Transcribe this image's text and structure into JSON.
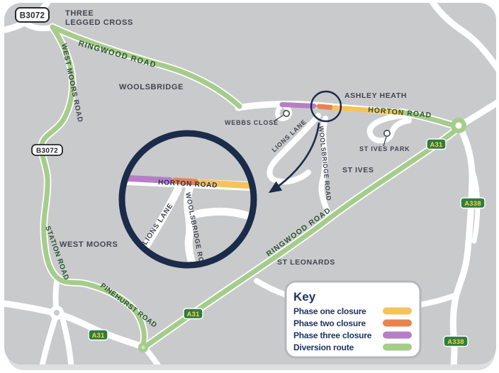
{
  "colors": {
    "map_bg": "#c9cacc",
    "road": "#ffffff",
    "navy": "#1b2b4a",
    "key_text": "#1e3361",
    "place_text": "#3f4650",
    "green_text": "#2b5530",
    "badge_green": "#2e7d41",
    "badge_text": "#ffd04a"
  },
  "badges": {
    "b3072": "B3072",
    "a31": "A31",
    "a338": "A338"
  },
  "places": {
    "three_legged_cross_line1": "THREE",
    "three_legged_cross_line2": "LEGGED CROSS",
    "woolsbridge": "WOOLSBRIDGE",
    "ashley_heath": "ASHLEY HEATH",
    "st_ives": "ST IVES",
    "west_moors": "WEST MOORS",
    "st_leonards": "ST LEONARDS"
  },
  "roads": {
    "ringwood_road": "RINGWOOD ROAD",
    "west_moors_road": "WEST MOORS ROAD",
    "station_road": "STATION ROAD",
    "pinehurst_road": "PINEHURST ROAD",
    "horton_road": "HORTON ROAD",
    "lions_lane": "LIONS LANE",
    "woolsbridge_road": "WOOLSBRIDGE ROAD",
    "webbs_close": "WEBBS CLOSE",
    "st_ives_park": "ST IVES PARK"
  },
  "key": {
    "title": "Key",
    "items": [
      {
        "id": "phase-one",
        "label": "Phase one closure",
        "color": "#f6c35a"
      },
      {
        "id": "phase-two",
        "label": "Phase two closure",
        "color": "#e8834e"
      },
      {
        "id": "phase-three",
        "label": "Phase three closure",
        "color": "#b57fc6"
      },
      {
        "id": "diversion",
        "label": "Diversion route",
        "color": "#a6cc8b"
      }
    ]
  }
}
